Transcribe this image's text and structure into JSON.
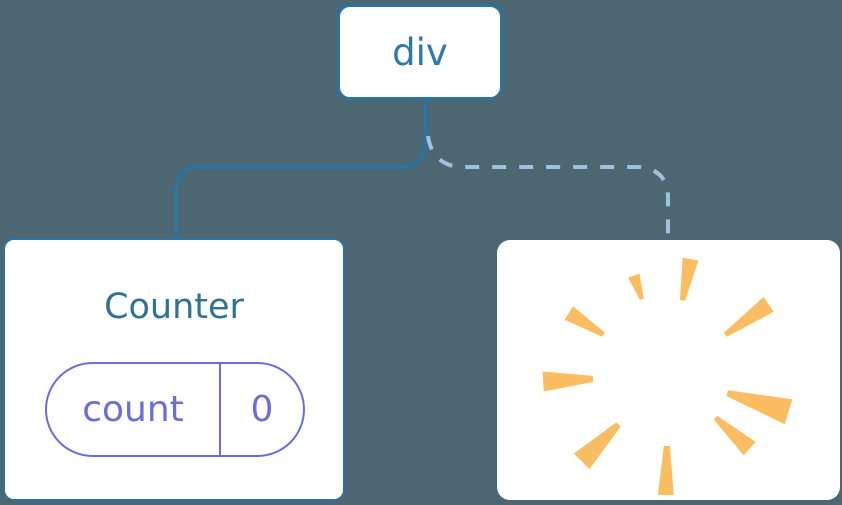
{
  "diagram": {
    "name": "react-component-tree-state-removed",
    "background_color": "#4C6672",
    "root": {
      "label": "div"
    },
    "children": [
      {
        "kind": "component",
        "title": "Counter",
        "state": {
          "key": "count",
          "value": "0"
        },
        "connector": "solid"
      },
      {
        "kind": "removed",
        "icon": "poof-icon",
        "connector": "dashed"
      }
    ],
    "colors": {
      "node_border": "#2B73A3",
      "node_text": "#2E79A9",
      "component_title": "#2F7295",
      "state_accent": "#6A6EDD",
      "solid_connector": "#2B73A3",
      "dashed_connector": "#9FC3DB",
      "poof": "#FABD62",
      "card_background": "#FFFFFF"
    }
  }
}
